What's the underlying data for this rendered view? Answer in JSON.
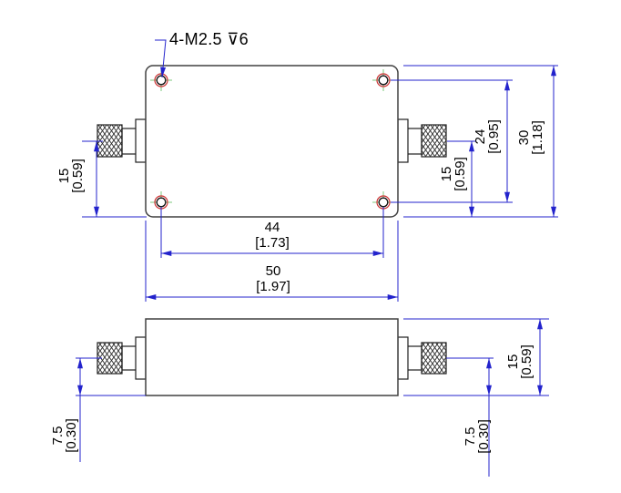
{
  "colors": {
    "dimension_lines": "#2323cc",
    "thread_circle": "#cc3232",
    "centerline_cross": "#7ec87e",
    "body_outline": "#404040",
    "text": "#000000",
    "background": "#ffffff"
  },
  "top_view": {
    "hole_callout": "4-M2.5 ⊽6",
    "dims": {
      "connector_height_left": {
        "mm": "15",
        "inch": "[0.59]"
      },
      "connector_height_right": {
        "mm": "15",
        "inch": "[0.59]"
      },
      "hole_spacing_vertical": {
        "mm": "24",
        "inch": "[0.95]"
      },
      "body_height": {
        "mm": "30",
        "inch": "[1.18]"
      },
      "hole_spacing_horizontal": {
        "mm": "44",
        "inch": "[1.73]"
      },
      "body_width": {
        "mm": "50",
        "inch": "[1.97]"
      }
    }
  },
  "front_view": {
    "dims": {
      "connector_offset_left": {
        "mm": "7.5",
        "inch": "[0.30]"
      },
      "connector_offset_right": {
        "mm": "7.5",
        "inch": "[0.30]"
      },
      "body_thickness": {
        "mm": "15",
        "inch": "[0.59]"
      }
    }
  }
}
